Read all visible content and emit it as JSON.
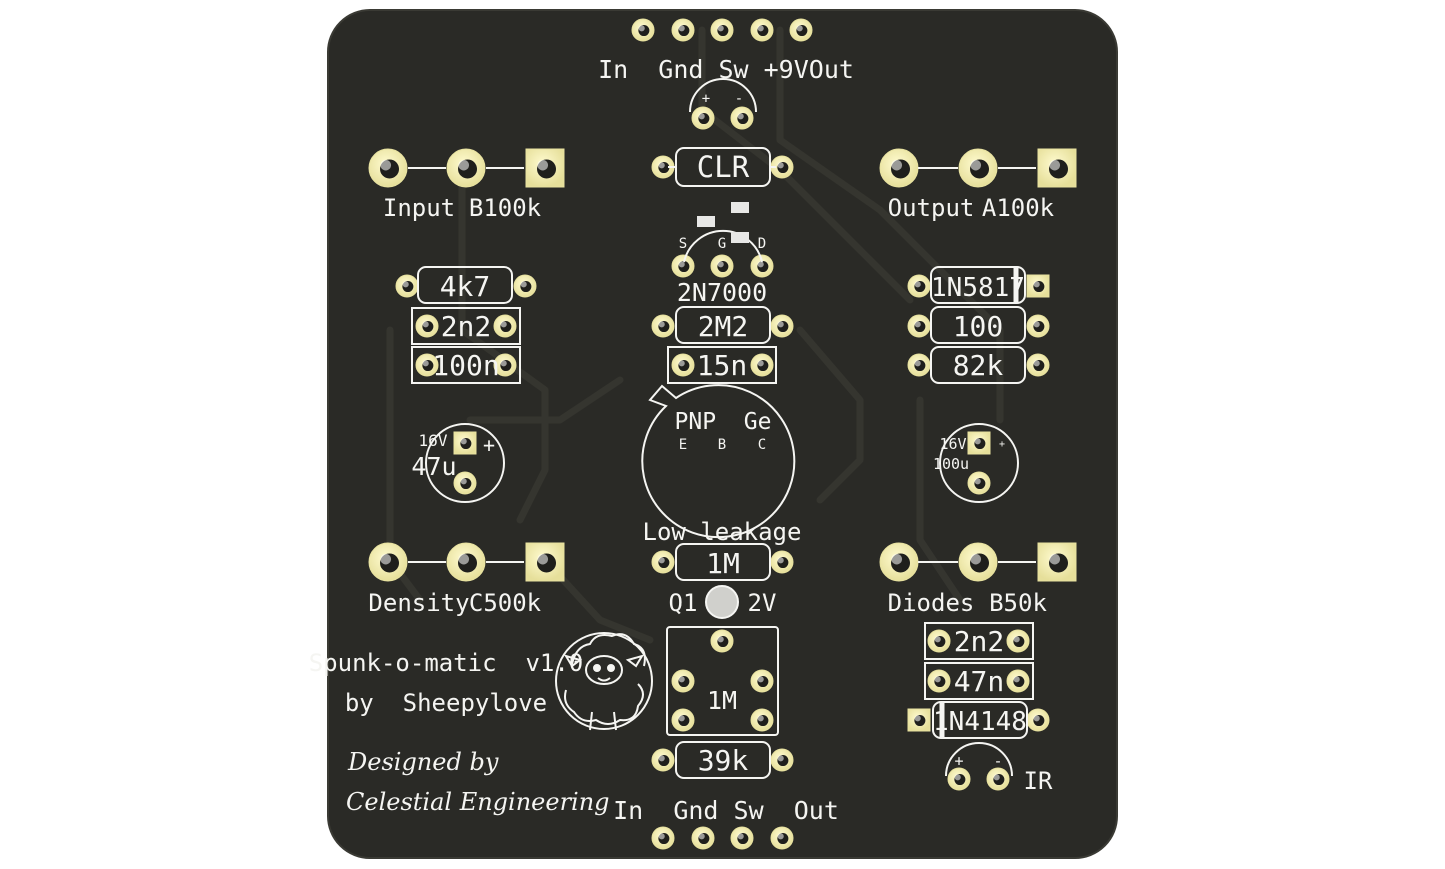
{
  "colors": {
    "board": "#2a2a26",
    "board_edge": "#3a3a34",
    "trace": "#34342f",
    "pad": "#f2eeb0",
    "pad_ring": "#e8e2a0",
    "hole": "#1f1f1c",
    "silk": "#f5f5f2"
  },
  "top_connector": {
    "label": "In  Gnd Sw +9VOut"
  },
  "bottom_connector": {
    "label": "In  Gnd Sw  Out"
  },
  "power_connector": {
    "plus": "+",
    "minus": "-"
  },
  "pots": {
    "input": {
      "name": "Input",
      "value": "B100k"
    },
    "output": {
      "name": "Output",
      "value": "A100k"
    },
    "density": {
      "name": "Density",
      "value": "C500k"
    },
    "diodes": {
      "name": "Diodes",
      "value": "B50k"
    }
  },
  "components": {
    "clr": "CLR",
    "fet": "2N7000",
    "fet_pins": {
      "s": "S",
      "g": "G",
      "d": "D"
    },
    "r_2m2": "2M2",
    "c_15n": "15n",
    "r_4k7": "4k7",
    "c_2n2_left": "2n2",
    "c_100n": "100n",
    "d_1n5817": "1N5817",
    "r_100": "100",
    "r_82k": "82k",
    "cap_47u_voltage": "16V",
    "cap_47u_value": "47u",
    "cap_47u_plus": "+",
    "cap_100u_voltage": "16V",
    "cap_100u_value": "100u",
    "cap_100u_plus": "+",
    "transistor_type": "PNP  Ge",
    "transistor_pins": {
      "e": "E",
      "b": "B",
      "c": "C"
    },
    "transistor_note": "Low leakage",
    "r_1m": "1M",
    "q1_label": "Q1",
    "q1_voltage": "2V",
    "trim_1m": "1M",
    "r_39k": "39k",
    "c_2n2_right": "2n2",
    "c_47n": "47n",
    "d_1n4148": "1N4148",
    "ir_label": "IR",
    "ir_plus": "+",
    "ir_minus": "-"
  },
  "branding": {
    "product": "Spunk-o-matic  v1.0",
    "author": "by  Sheepylove",
    "designed_by": "Designed by",
    "company": "Celestial Engineering"
  },
  "icons": {
    "logo": "sheep-logo-icon"
  }
}
